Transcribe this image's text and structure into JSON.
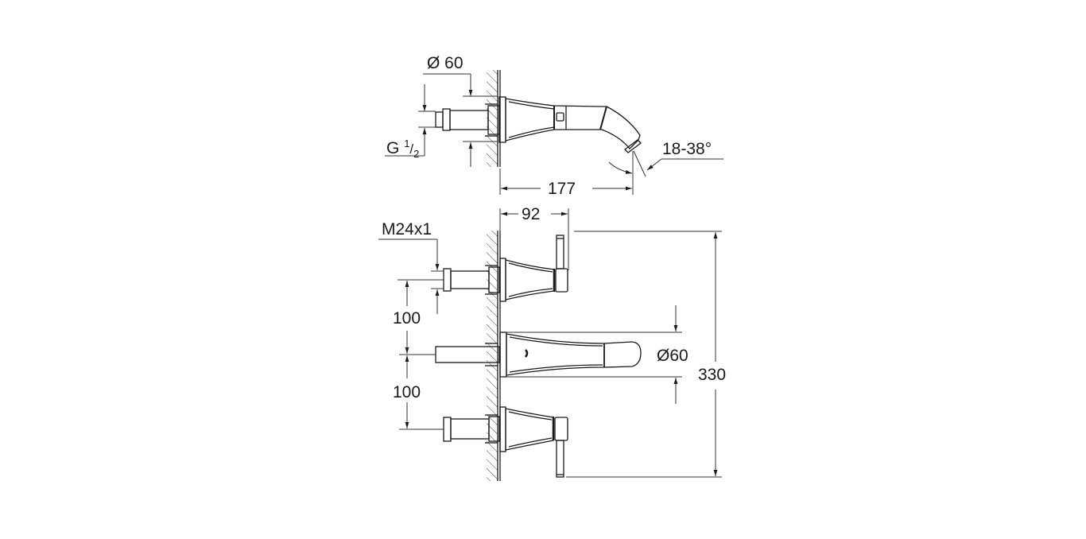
{
  "diagram": {
    "type": "technical-dimension-drawing",
    "subject": "3-hole wall-mounted basin faucet (side and front view)",
    "colors": {
      "line": "#1a1a1a",
      "dim_line": "#333333",
      "background": "#ffffff"
    },
    "side_view": {
      "labels": {
        "diameter_flange": "Ø 60",
        "thread_prefix": "G",
        "thread_num": "1",
        "thread_den": "2",
        "angle": "18-38°",
        "projection": "177"
      }
    },
    "front_view": {
      "labels": {
        "handle_projection": "92",
        "thread": "M24x1",
        "spacing_upper": "100",
        "spacing_lower": "100",
        "spout_diameter": "Ø60",
        "total_height": "330"
      }
    }
  }
}
